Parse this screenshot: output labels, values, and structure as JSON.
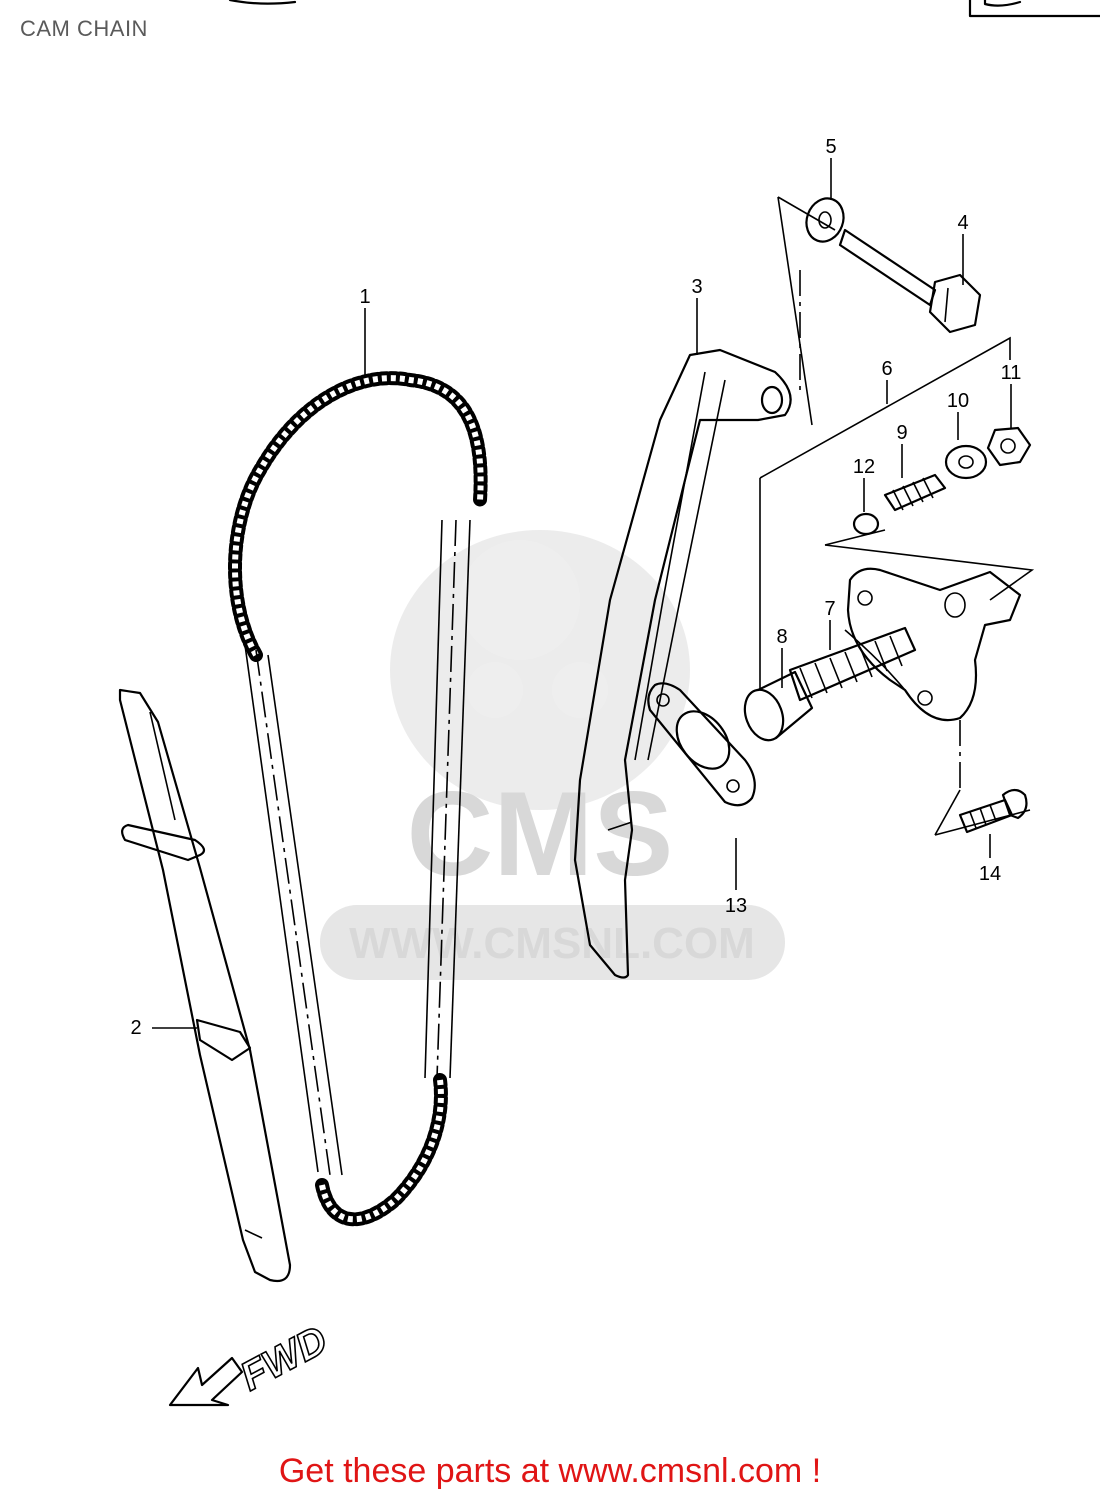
{
  "header": {
    "title": "CAM CHAIN"
  },
  "watermark": {
    "brand": "CMS",
    "url": "WWW.CMSNL.COM"
  },
  "diagram": {
    "direction_label": "FWD",
    "callouts": [
      {
        "id": "1",
        "label": "1"
      },
      {
        "id": "2",
        "label": "2"
      },
      {
        "id": "3",
        "label": "3"
      },
      {
        "id": "4",
        "label": "4"
      },
      {
        "id": "5",
        "label": "5"
      },
      {
        "id": "6",
        "label": "6"
      },
      {
        "id": "7",
        "label": "7"
      },
      {
        "id": "8",
        "label": "8"
      },
      {
        "id": "9",
        "label": "9"
      },
      {
        "id": "10",
        "label": "10"
      },
      {
        "id": "11",
        "label": "11"
      },
      {
        "id": "12",
        "label": "12"
      },
      {
        "id": "13",
        "label": "13"
      },
      {
        "id": "14",
        "label": "14"
      }
    ]
  },
  "footer": {
    "text": "Get these parts at www.cmsnl.com !"
  },
  "colors": {
    "footer_text": "#e01515",
    "watermark": "#d8d8d8",
    "line": "#000000"
  }
}
